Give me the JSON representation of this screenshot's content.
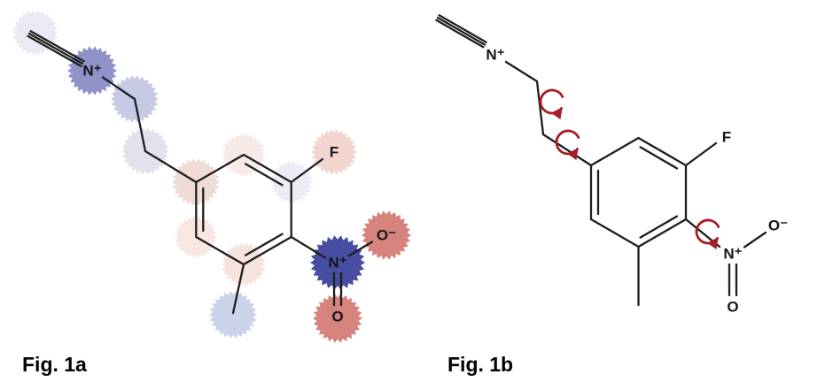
{
  "figures": {
    "fig1a": {
      "caption": "Fig. 1a",
      "atoms": {
        "isonitrile_n": "N⁺",
        "fluorine": "F",
        "nitro_n": "N⁺",
        "nitro_o_minus": "O⁻",
        "nitro_o": "O"
      },
      "highlights": {
        "alkyne_c": {
          "color": "#eaeaf4"
        },
        "isonitrile_n": {
          "color": "#8e93c8"
        },
        "chain_c1": {
          "color": "#c6cae4"
        },
        "chain_c2": {
          "color": "#e2e2ee"
        },
        "ring_c_attach": {
          "color": "#f1dbd5"
        },
        "ring_c_top": {
          "color": "#f8ebe7"
        },
        "ring_c_f": {
          "color": "#ebecf5"
        },
        "fluorine": {
          "color": "#f2d5cf"
        },
        "ring_c_left": {
          "color": "#f7e6e2"
        },
        "ring_c_bottom": {
          "color": "#f6e3de"
        },
        "methyl_c": {
          "color": "#c9d3ea"
        },
        "nitro_n": {
          "color": "#474da1"
        },
        "nitro_o_minus": {
          "color": "#d5837c"
        },
        "nitro_o": {
          "color": "#d5837c"
        }
      }
    },
    "fig1b": {
      "caption": "Fig. 1b",
      "arrow_color": "#a81d24",
      "atoms": {
        "isonitrile_n": "N⁺",
        "fluorine": "F",
        "nitro_n": "N⁺",
        "nitro_o_minus": "O⁻",
        "nitro_o": "O"
      }
    }
  }
}
